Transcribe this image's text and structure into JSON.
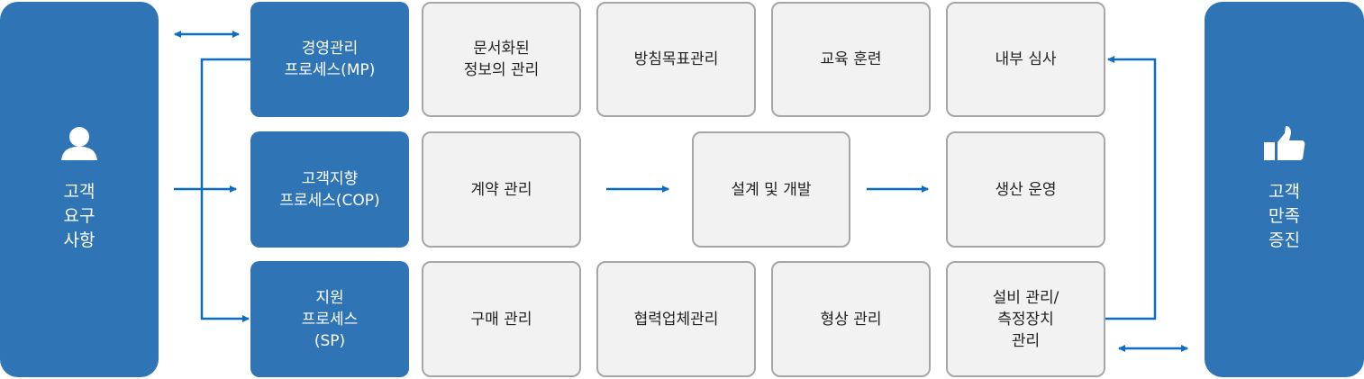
{
  "left_box": {
    "icon": "user-icon",
    "label": "고객\n요구\n사항"
  },
  "right_box": {
    "icon": "thumbs-up-icon",
    "label": "고객\n만족\n증진"
  },
  "processes": [
    {
      "label": "경영관리\n프로세스(MP)"
    },
    {
      "label": "고객지향\n프로세스(COP)"
    },
    {
      "label": "지원\n프로세스\n(SP)"
    }
  ],
  "rows": [
    [
      "문서화된\n정보의 관리",
      "방침목표관리",
      "교육 훈련",
      "내부 심사"
    ],
    [
      "계약 관리",
      "설계 및 개발",
      "생산 운영"
    ],
    [
      "구매 관리",
      "협력업체관리",
      "형상 관리",
      "설비 관리/\n측정장치\n관리"
    ]
  ],
  "colors": {
    "blue": "#2f74b5",
    "arrow": "#0a6fc2",
    "box_bg": "#f2f2f2",
    "box_border": "#a6a6a6"
  }
}
